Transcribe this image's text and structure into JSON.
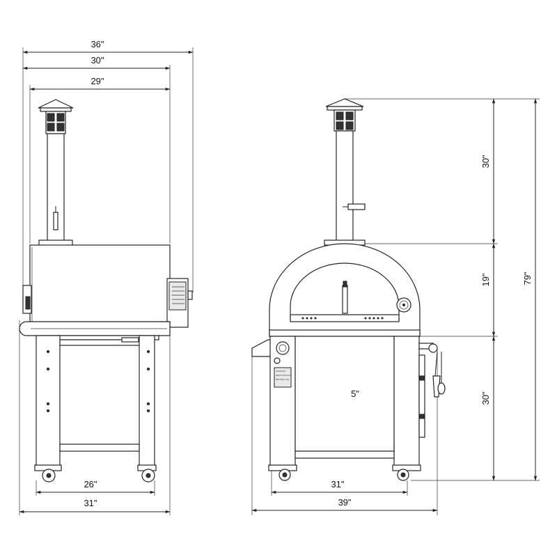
{
  "side_view": {
    "overall_width": "36\"",
    "oven_width": "30\"",
    "chimney_span": "29\"",
    "base_inner": "26\"",
    "base_outer": "31\""
  },
  "front_view": {
    "chimney_height": "30\"",
    "dome_height": "19\"",
    "stand_height": "30\"",
    "total_height": "79\"",
    "side_offset": "5\"",
    "stand_width": "31\"",
    "overall_width": "39\""
  }
}
